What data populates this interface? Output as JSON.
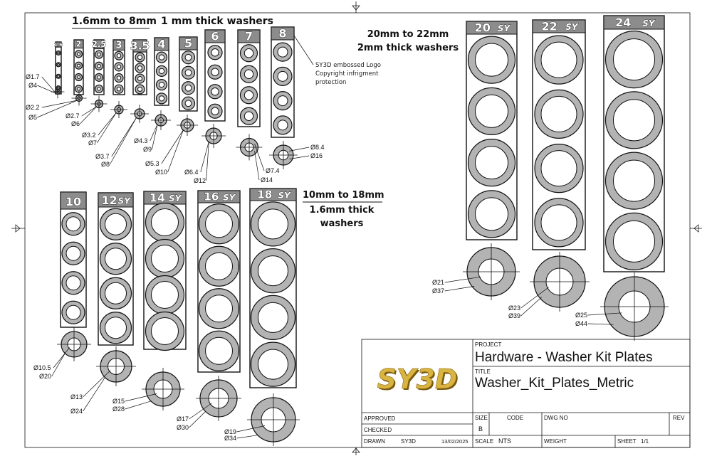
{
  "headings": {
    "small_range": "1.6mm to 8mm",
    "small_thickness": "1 mm thick washers",
    "medium_range": "10mm to 18mm",
    "medium_thickness_1": "1.6mm thick",
    "medium_thickness_2": "washers",
    "large_range": "20mm to 22mm",
    "large_thickness": "2mm thick washers"
  },
  "logo_note": [
    "SY3D embossed Logo",
    "Copyright infrigment",
    "protection"
  ],
  "small_plates": [
    {
      "size": "1.6",
      "inner": "Ø1.7",
      "outer": "Ø4"
    },
    {
      "size": "2",
      "inner": "Ø2.2",
      "outer": "Ø5"
    },
    {
      "size": "2.5",
      "inner": "Ø2.7",
      "outer": "Ø6"
    },
    {
      "size": "3",
      "inner": "Ø3.2",
      "outer": "Ø7"
    },
    {
      "size": "3.5",
      "inner": "Ø3.7",
      "outer": "Ø8"
    },
    {
      "size": "4",
      "inner": "Ø4.3",
      "outer": "Ø9"
    },
    {
      "size": "5",
      "inner": "Ø5.3",
      "outer": "Ø10"
    },
    {
      "size": "6",
      "inner": "Ø6.4",
      "outer": "Ø12"
    },
    {
      "size": "7",
      "inner": "Ø7.4",
      "outer": "Ø14"
    },
    {
      "size": "8",
      "inner": "Ø8.4",
      "outer": "Ø16"
    }
  ],
  "medium_plates": [
    {
      "size": "10",
      "inner": "Ø10.5",
      "outer": "Ø20"
    },
    {
      "size": "12",
      "inner": "Ø13",
      "outer": "Ø24"
    },
    {
      "size": "14",
      "inner": "Ø15",
      "outer": "Ø28"
    },
    {
      "size": "16",
      "inner": "Ø17",
      "outer": "Ø30"
    },
    {
      "size": "18",
      "inner": "Ø19",
      "outer": "Ø34"
    }
  ],
  "large_plates": [
    {
      "size": "20",
      "inner": "Ø21",
      "outer": "Ø37"
    },
    {
      "size": "22",
      "inner": "Ø23",
      "outer": "Ø39"
    },
    {
      "size": "24",
      "inner": "Ø25",
      "outer": "Ø44"
    }
  ],
  "plate_logo": "SY",
  "title_block": {
    "logo_text": "SY3D",
    "project_label": "PROJECT",
    "project": "Hardware - Washer Kit Plates",
    "title_label": "TITLE",
    "title": "Washer_Kit_Plates_Metric",
    "approved_label": "APPROVED",
    "checked_label": "CHECKED",
    "drawn_label": "DRAWN",
    "drawn_by": "SY3D",
    "date": "13/02/2025",
    "size_label": "SIZE",
    "size_value": "B",
    "code_label": "CODE",
    "dwgno_label": "DWG NO",
    "rev_label": "REV",
    "scale_label": "SCALE",
    "scale_value": "NTS",
    "weight_label": "WEIGHT",
    "sheet_label": "SHEET",
    "sheet_value": "1/1"
  },
  "colors": {
    "washer_fill": "#b3b3b3",
    "plate_header": "#8c8c8c",
    "line": "#111111",
    "logo_gold": "#d9b441",
    "logo_shadow": "#7a5a10"
  }
}
